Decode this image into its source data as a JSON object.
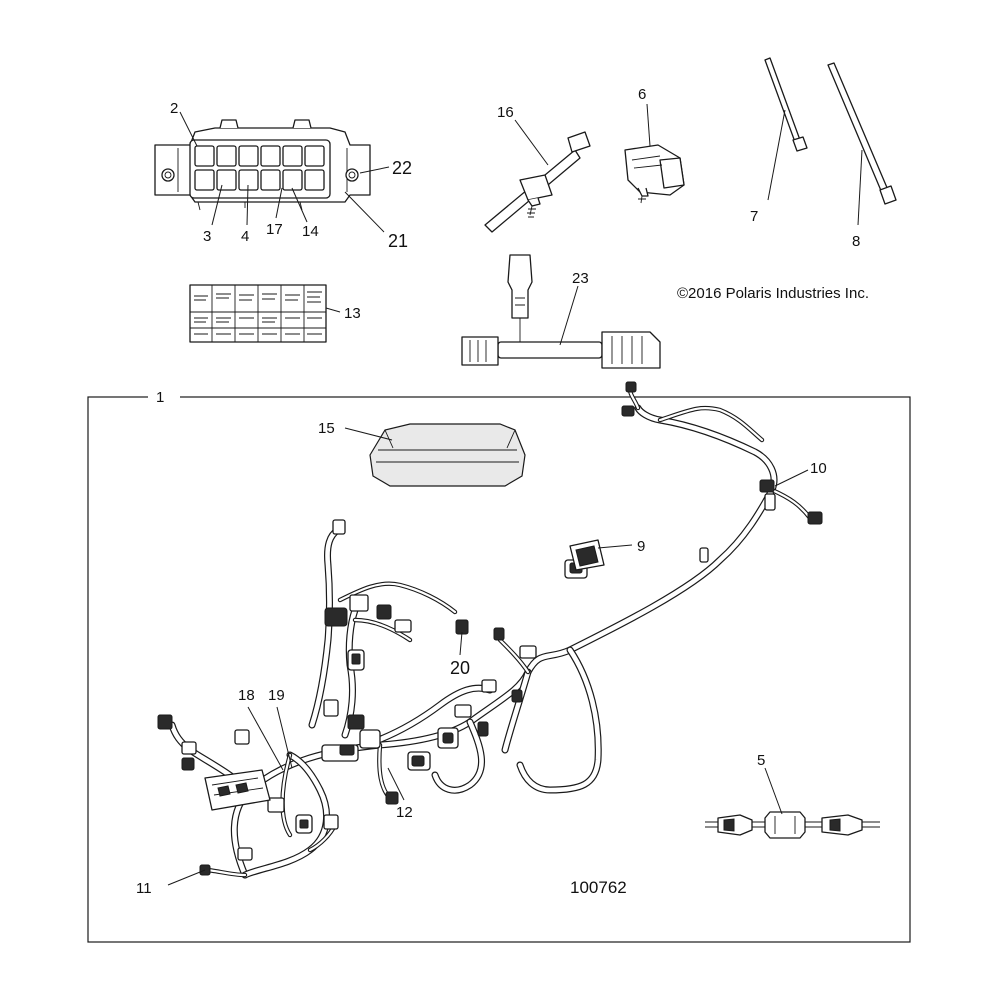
{
  "callouts": {
    "c1": "1",
    "c2": "2",
    "c3": "3",
    "c4": "4",
    "c5": "5",
    "c6": "6",
    "c7": "7",
    "c8": "8",
    "c9": "9",
    "c10": "10",
    "c11": "11",
    "c12": "12",
    "c13": "13",
    "c14": "14",
    "c15": "15",
    "c16": "16",
    "c17": "17",
    "c18": "18",
    "c19": "19",
    "c20": "20",
    "c21": "21",
    "c22": "22",
    "c23": "23"
  },
  "copyright": "©2016 Polaris Industries Inc.",
  "figure_number": "100762"
}
